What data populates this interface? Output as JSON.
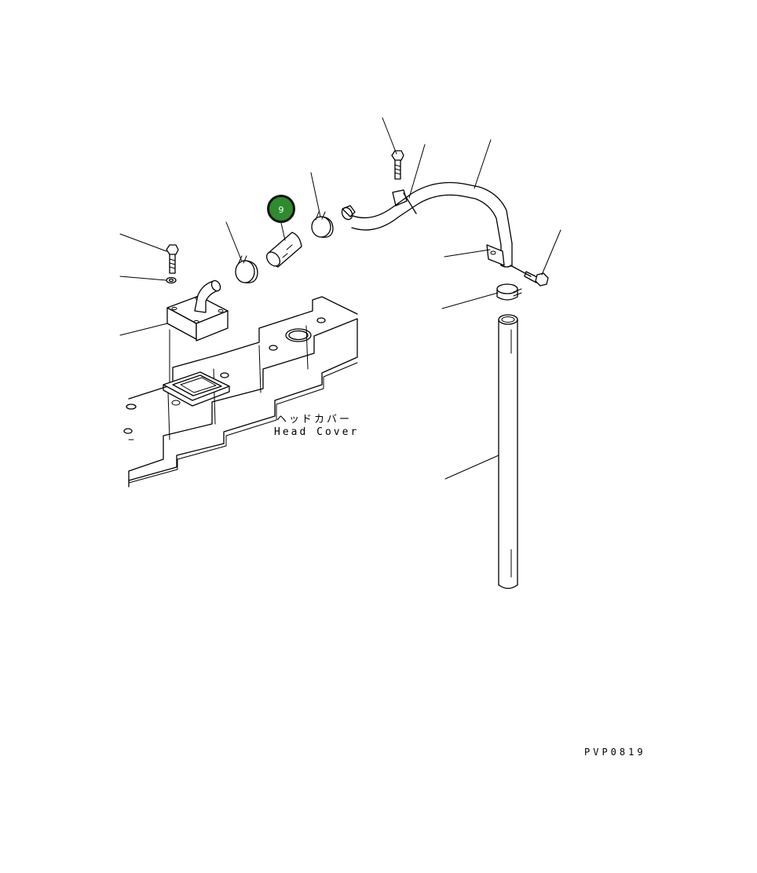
{
  "callout": {
    "number": "9",
    "color": "#2e8b2e"
  },
  "labels": {
    "head_cover_jp": "ヘッドカバー",
    "head_cover_en": "Head Cover",
    "drawing_code": "PVP0819"
  }
}
